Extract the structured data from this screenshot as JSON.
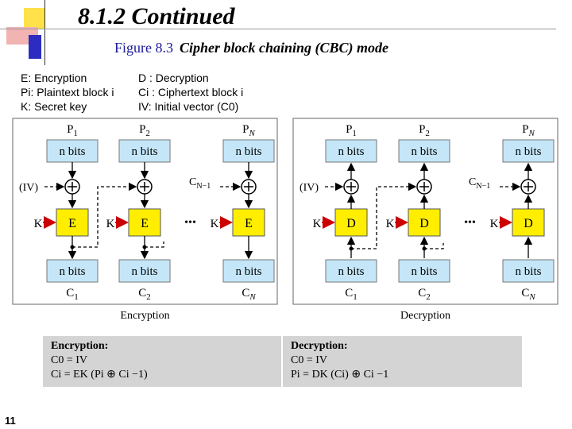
{
  "slide": {
    "title": "8.1.2  Continued",
    "figure_number": "Figure 8.3",
    "figure_title": "Cipher block chaining (CBC) mode",
    "page_number": "11"
  },
  "legend": {
    "left": [
      "E: Encryption",
      "Pi: Plaintext block i",
      "K: Secret key"
    ],
    "right": [
      "D : Decryption",
      "Ci : Ciphertext block i",
      "IV: Initial vector (C0)"
    ]
  },
  "diagram": {
    "block_label": "n bits",
    "key_label": "K",
    "iv_label": "(IV)",
    "carry_label": "CN−1",
    "ellipsis": "•••",
    "encryption": {
      "panel_label": "Encryption",
      "cipher_label": "E",
      "plaintexts": [
        "P1",
        "P2",
        "PN"
      ],
      "ciphertexts": [
        "C1",
        "C2",
        "CN"
      ]
    },
    "decryption": {
      "panel_label": "Decryption",
      "cipher_label": "D",
      "plaintexts": [
        "P1",
        "P2",
        "PN"
      ],
      "ciphertexts": [
        "C1",
        "C2",
        "CN"
      ]
    }
  },
  "formulas": {
    "encryption": {
      "heading": "Encryption:",
      "lines": [
        "C0 = IV",
        "Ci = EK (Pi ⊕ Ci −1)"
      ]
    },
    "decryption": {
      "heading": "Decryption:",
      "lines": [
        "C0 = IV",
        "Pi = DK (Ci)   ⊕  Ci −1"
      ]
    }
  },
  "colors": {
    "cipher_box": "#ffee00",
    "block_box": "#c4e6f8",
    "arrow": "#cc0000",
    "panel_border": "#666666",
    "formula_bg": "#d4d4d4"
  }
}
